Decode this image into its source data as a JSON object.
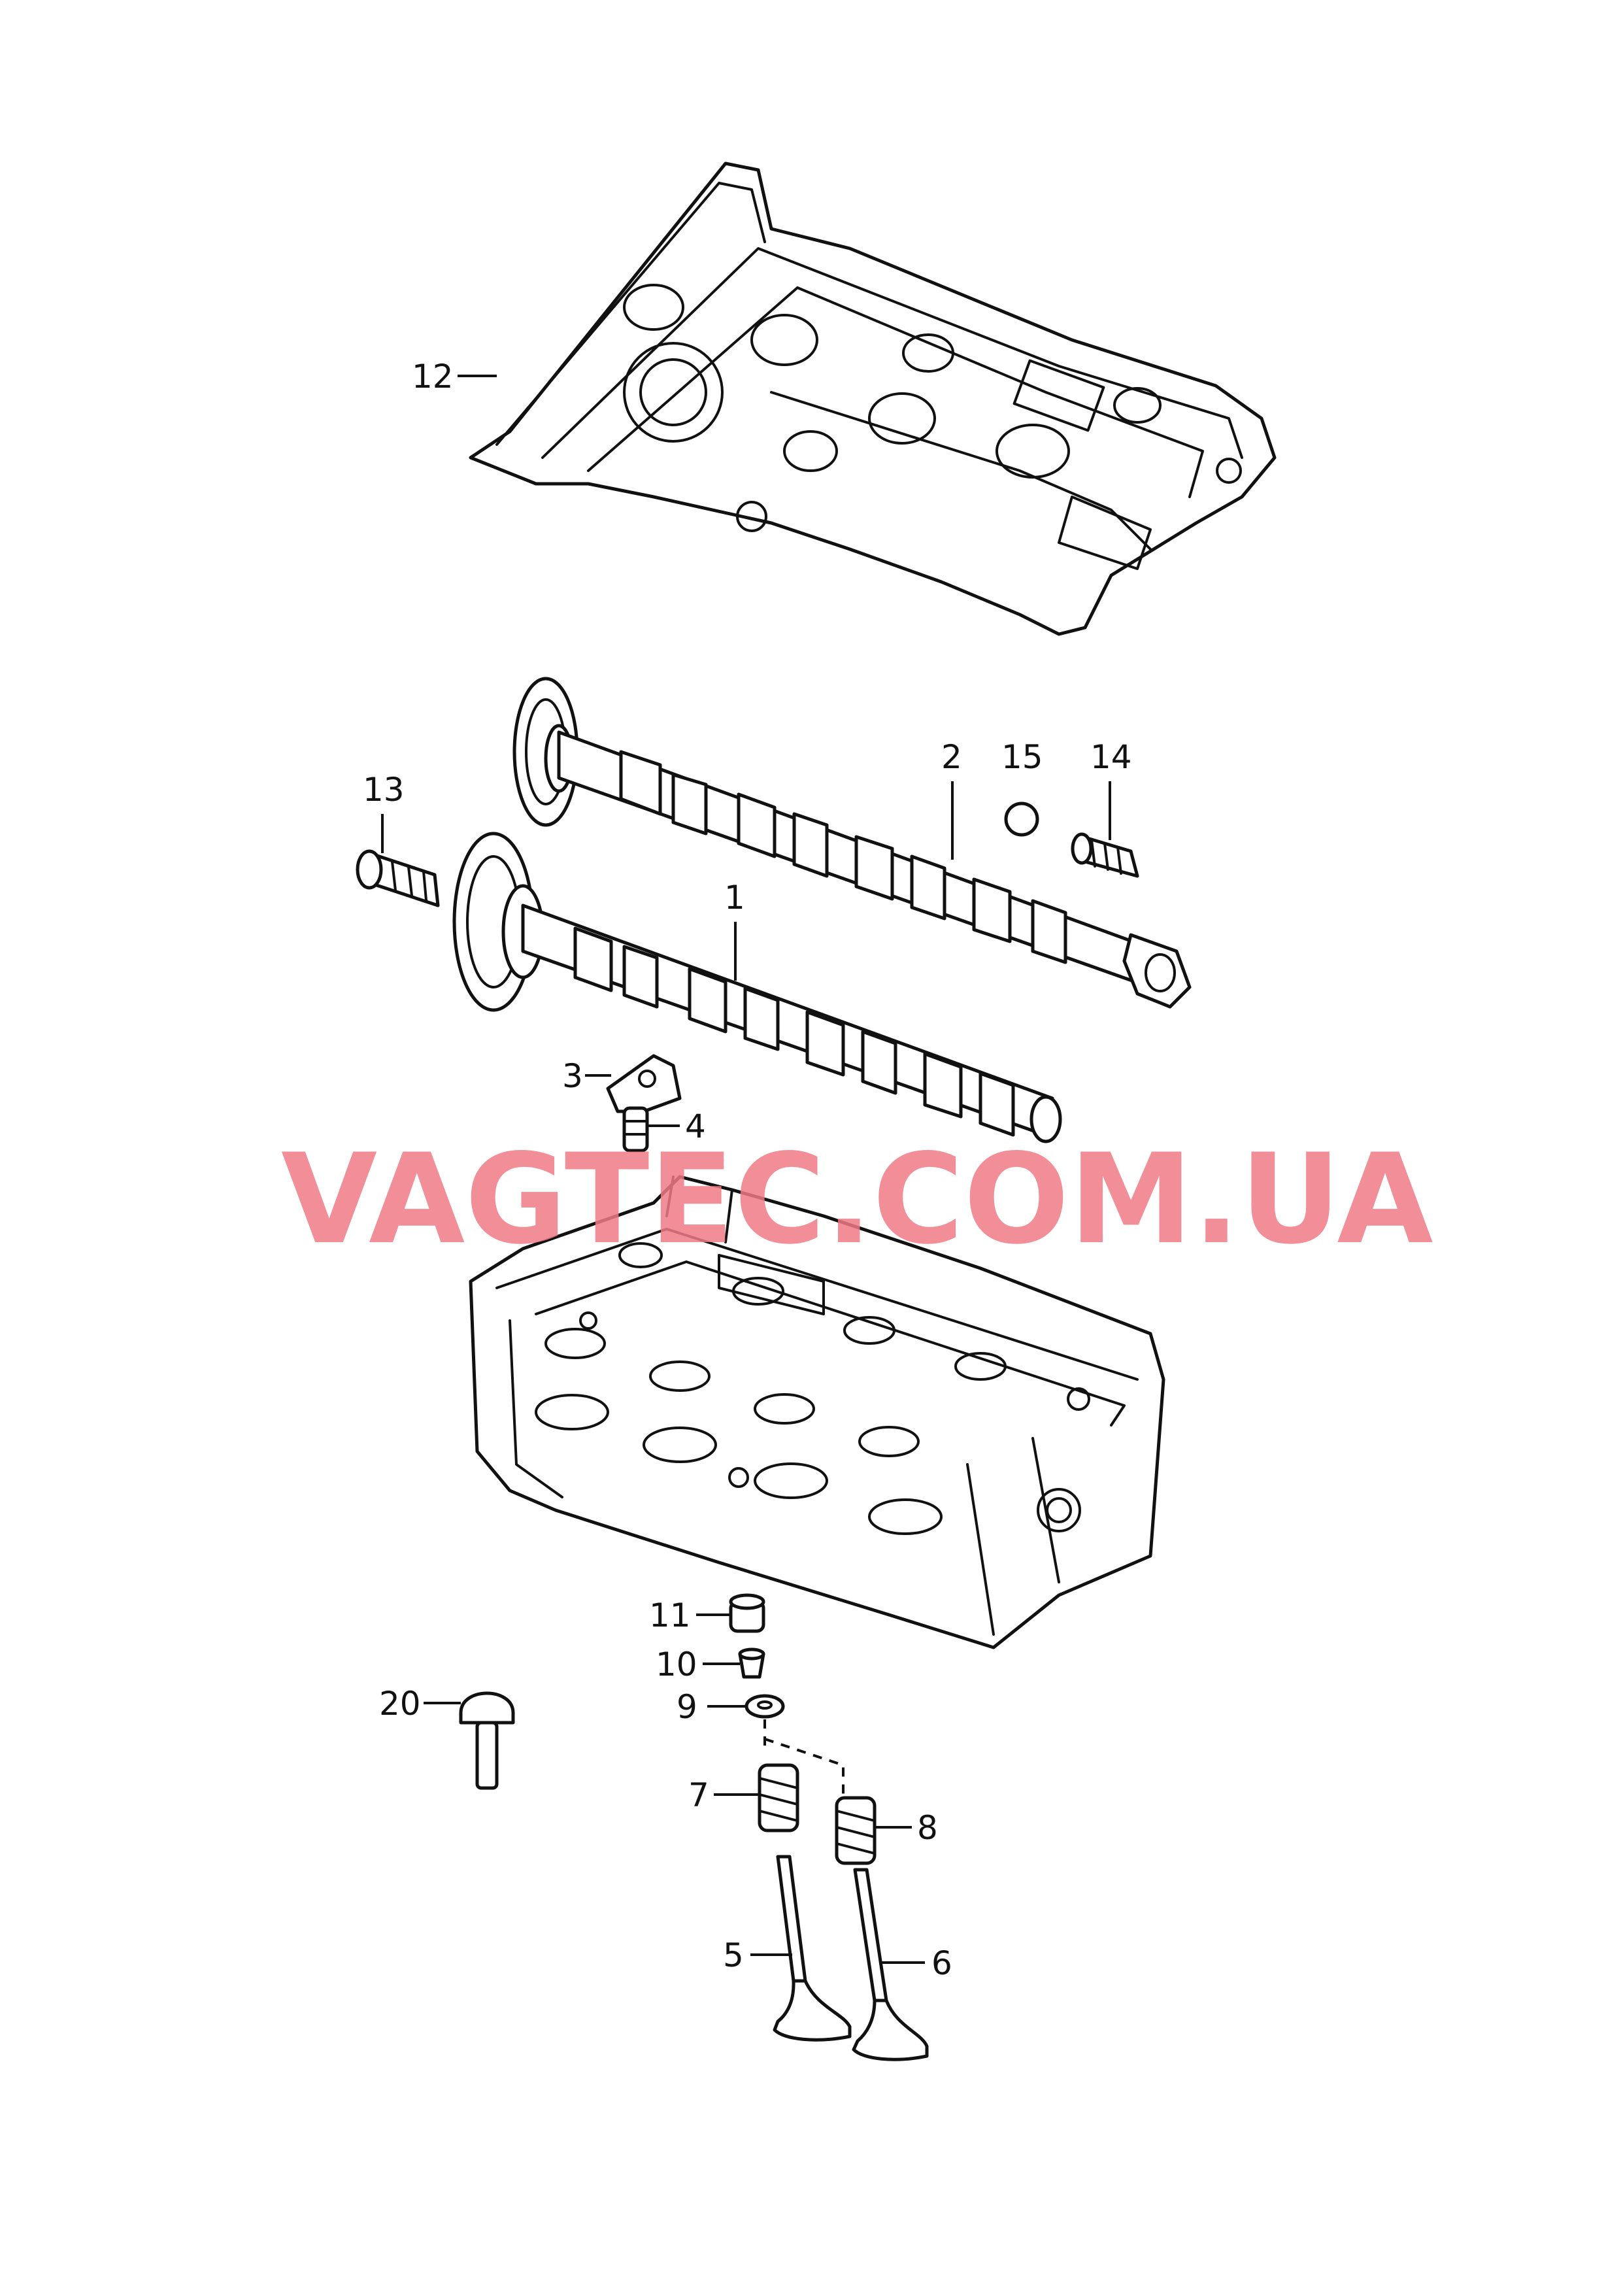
{
  "diagram": {
    "callouts": {
      "c1": "1",
      "c2": "2",
      "c3": "3",
      "c4": "4",
      "c5": "5",
      "c6": "6",
      "c7": "7",
      "c8": "8",
      "c9": "9",
      "c10": "10",
      "c11": "11",
      "c12": "12",
      "c13": "13",
      "c14": "14",
      "c15": "15",
      "c20": "20"
    },
    "watermark": "VAGTEC.COM.UA",
    "colors": {
      "line": "#111111",
      "watermark": "#f07a86",
      "background": "#ffffff"
    }
  }
}
